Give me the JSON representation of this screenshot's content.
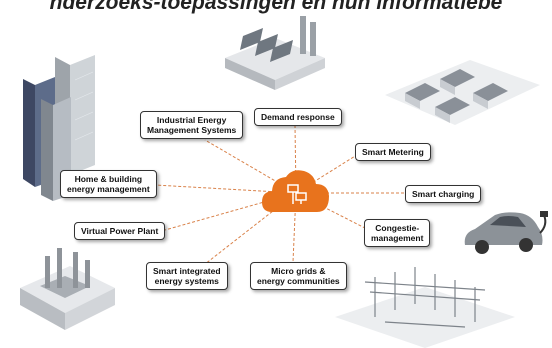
{
  "title": "nderzoeks-toepassingen en hun informatiebe",
  "hub": {
    "icon": "cloud-network-icon",
    "color": "#e8731d"
  },
  "link_color": "#d9824a",
  "applications": [
    {
      "id": "industrial",
      "lines": [
        "Industrial Energy",
        "Management Systems"
      ]
    },
    {
      "id": "demand",
      "lines": [
        "Demand response"
      ]
    },
    {
      "id": "metering",
      "lines": [
        "Smart Metering"
      ]
    },
    {
      "id": "home",
      "lines": [
        "Home & building",
        "energy management"
      ]
    },
    {
      "id": "charging",
      "lines": [
        "Smart charging"
      ]
    },
    {
      "id": "congestion",
      "lines": [
        "Congestie-",
        "management"
      ]
    },
    {
      "id": "vpp",
      "lines": [
        "Virtual Power Plant"
      ]
    },
    {
      "id": "sies",
      "lines": [
        "Smart integrated",
        "energy systems"
      ]
    },
    {
      "id": "microgrids",
      "lines": [
        "Micro grids &",
        "energy communities"
      ]
    }
  ],
  "illustrations": [
    "office-towers-icon",
    "factory-icon",
    "houses-icon",
    "electric-car-icon",
    "power-plant-icon",
    "substation-icon"
  ]
}
